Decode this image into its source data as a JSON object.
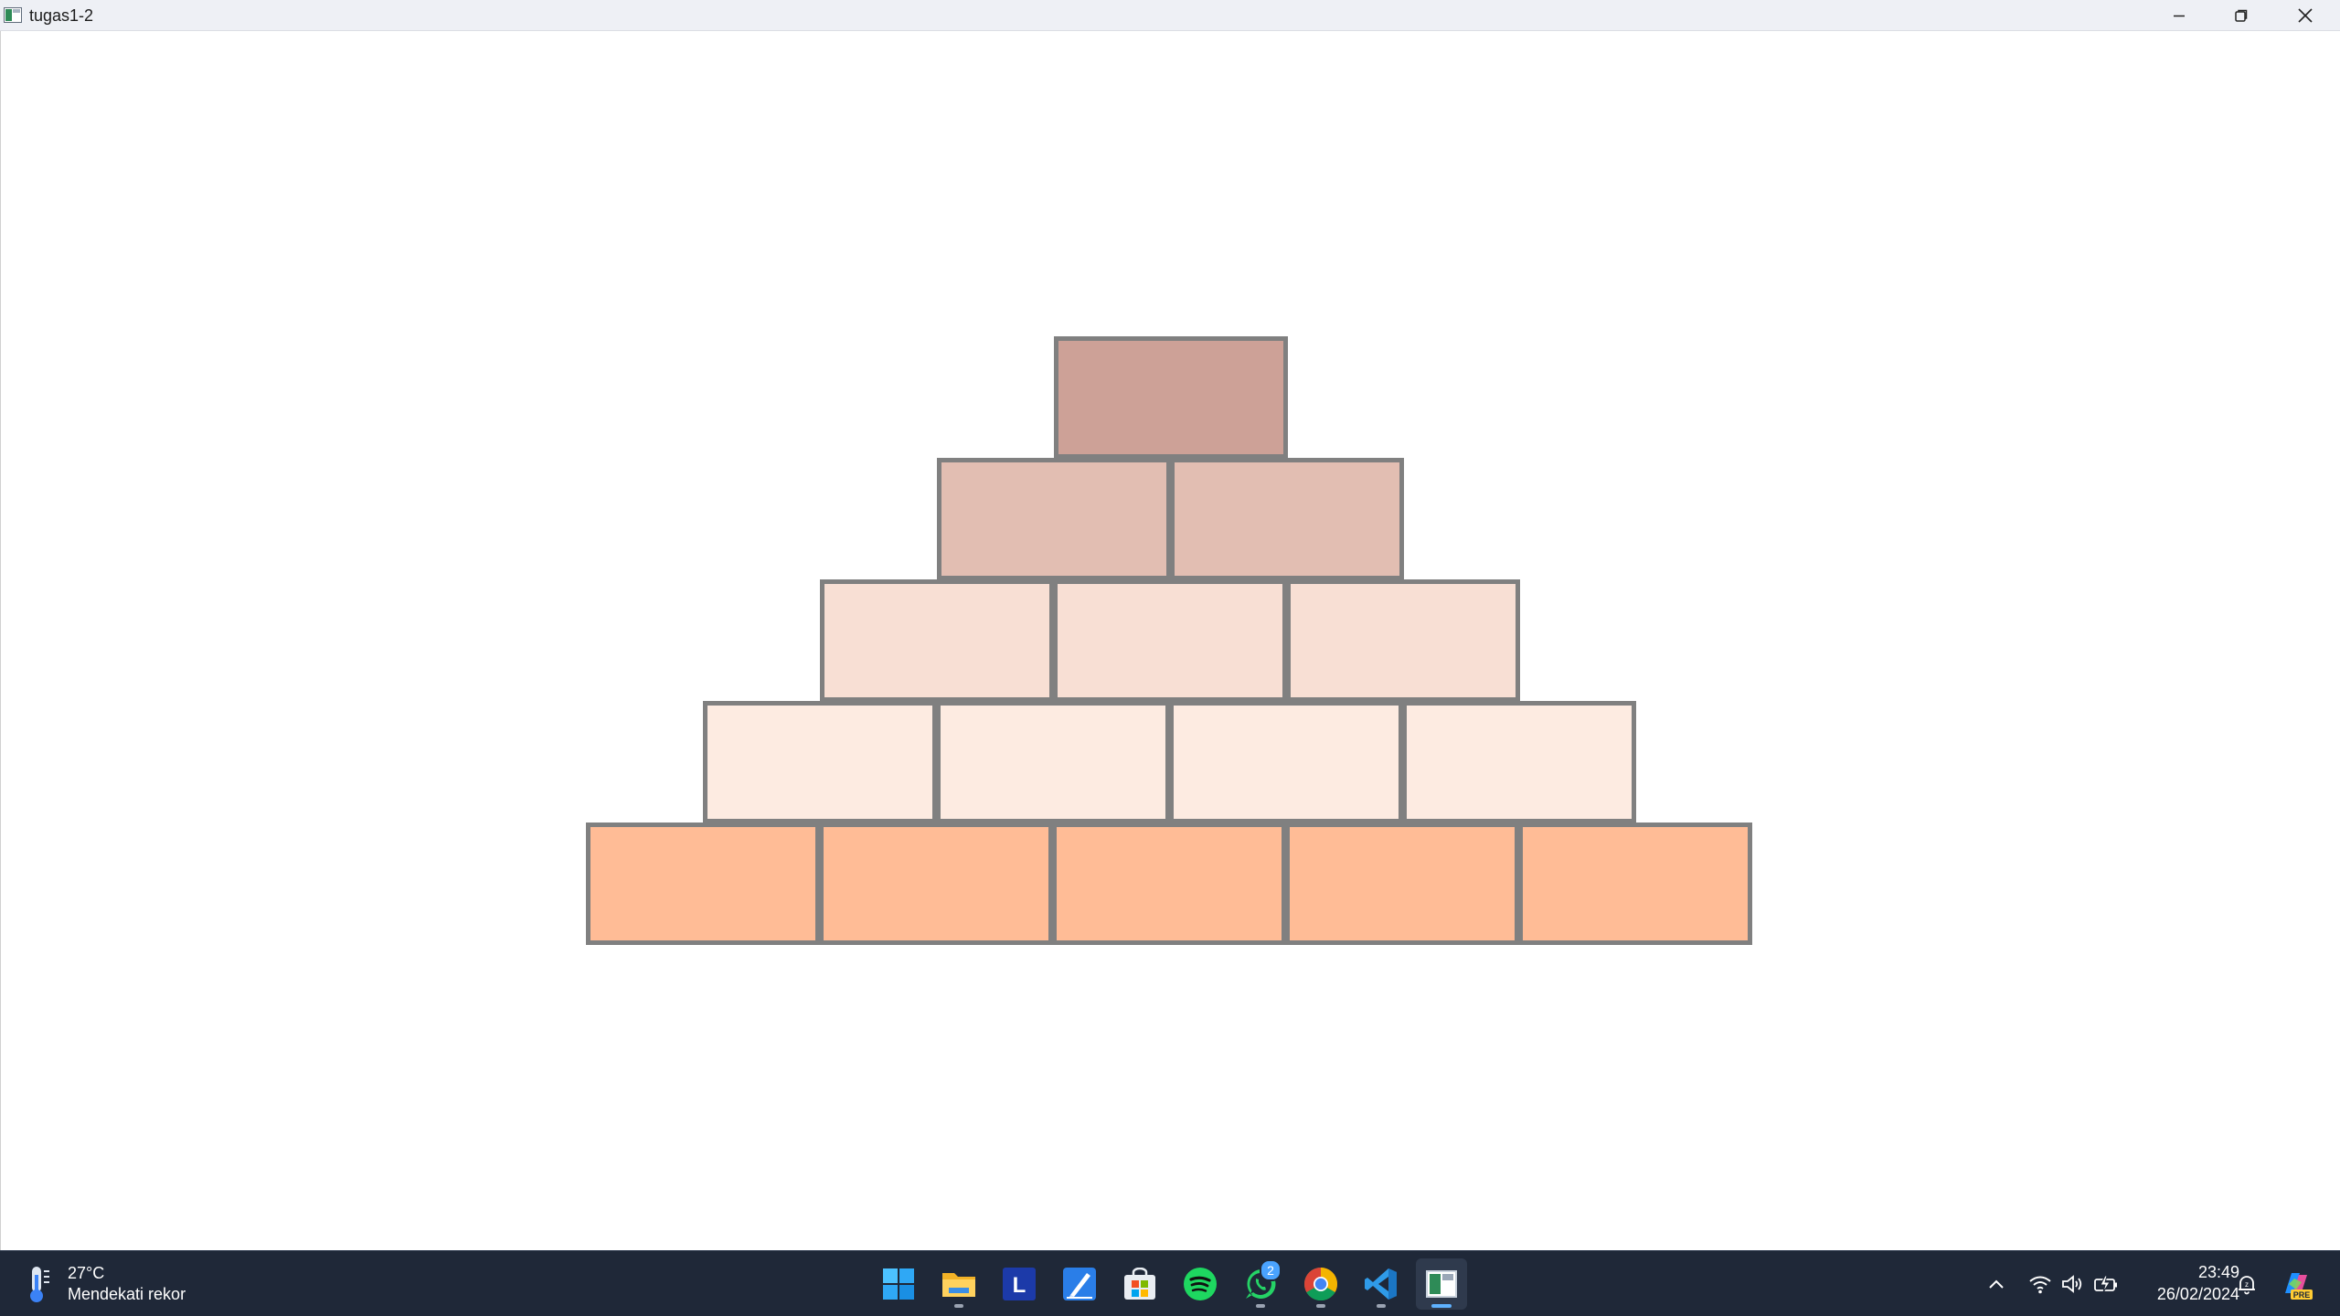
{
  "window": {
    "title": "tugas1-2",
    "controls": {
      "minimize_icon": "minimize-icon",
      "maximize_icon": "restore-icon",
      "close_icon": "close-icon"
    }
  },
  "pyramid": {
    "border_color": "#808080",
    "rows": [
      {
        "count": 1,
        "color": "#cda197"
      },
      {
        "count": 2,
        "color": "#e2beb2"
      },
      {
        "count": 3,
        "color": "#f8dfd4"
      },
      {
        "count": 4,
        "color": "#fdebe1"
      },
      {
        "count": 5,
        "color": "#ffbc96"
      }
    ]
  },
  "taskbar": {
    "weather": {
      "temp": "27°C",
      "desc": "Mendekati rekor",
      "icon": "thermometer-icon"
    },
    "apps": [
      {
        "name": "start",
        "icon": "windows-start-icon",
        "running": false,
        "active": false
      },
      {
        "name": "file-explorer",
        "icon": "folder-icon",
        "running": true,
        "active": false
      },
      {
        "name": "l-app",
        "icon": "l-app-icon",
        "label": "L",
        "running": false,
        "active": false
      },
      {
        "name": "pen-app",
        "icon": "pen-app-icon",
        "running": false,
        "active": false
      },
      {
        "name": "microsoft-store",
        "icon": "store-icon",
        "running": false,
        "active": false
      },
      {
        "name": "spotify",
        "icon": "spotify-icon",
        "running": false,
        "active": false
      },
      {
        "name": "whatsapp",
        "icon": "whatsapp-icon",
        "running": true,
        "active": false,
        "badge": "2"
      },
      {
        "name": "chrome",
        "icon": "chrome-icon",
        "running": true,
        "active": false
      },
      {
        "name": "vscode",
        "icon": "vscode-icon",
        "running": true,
        "active": false
      },
      {
        "name": "tugas1-2",
        "icon": "app-window-icon",
        "running": true,
        "active": true
      }
    ],
    "tray": {
      "icons": [
        "chevron-up-icon",
        "wifi-icon",
        "volume-icon",
        "battery-icon"
      ],
      "time": "23:49",
      "date": "26/02/2024",
      "notification_icon": "notification-bell-icon",
      "copilot_icon": "copilot-pre-icon",
      "copilot_label": "PRE"
    }
  }
}
